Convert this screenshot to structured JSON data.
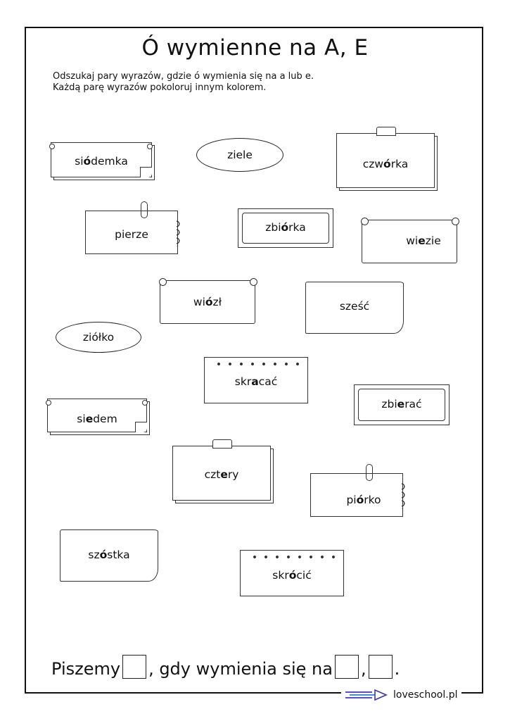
{
  "title": "Ó wymienne na A, E",
  "instructions": [
    "Odszukaj pary wyrazów, gdzie ó wymienia się na a lub e.",
    "Każdą parę wyrazów pokoloruj innym kolorem."
  ],
  "words": {
    "siodemka": {
      "pre": "si",
      "mark": "ó",
      "post": "demka"
    },
    "ziele": {
      "pre": "ziele",
      "mark": "",
      "post": ""
    },
    "czworka": {
      "pre": "czw",
      "mark": "ó",
      "post": "rka"
    },
    "pierze": {
      "pre": "pierze",
      "mark": "",
      "post": ""
    },
    "zbiorka": {
      "pre": "zbi",
      "mark": "ó",
      "post": "rka"
    },
    "wiezie": {
      "pre": "wi",
      "mark": "e",
      "post": "zie"
    },
    "wiozl": {
      "pre": "wi",
      "mark": "ó",
      "post": "zł"
    },
    "szesc": {
      "pre": "sze",
      "mark": "",
      "post": "ść"
    },
    "ziolko": {
      "pre": "ziółko",
      "mark": "",
      "post": ""
    },
    "skracac": {
      "pre": "skr",
      "mark": "a",
      "post": "cać"
    },
    "siedem": {
      "pre": "si",
      "mark": "e",
      "post": "dem"
    },
    "zbierac": {
      "pre": "zbi",
      "mark": "e",
      "post": "rać"
    },
    "cztery": {
      "pre": "czt",
      "mark": "e",
      "post": "ry"
    },
    "piorko": {
      "pre": "pi",
      "mark": "ó",
      "post": "rko"
    },
    "szostka": {
      "pre": "sz",
      "mark": "ó",
      "post": "stka"
    },
    "skrocic": {
      "pre": "skr",
      "mark": "ó",
      "post": "cić"
    }
  },
  "footer": {
    "part1": "Piszemy",
    "part2": ", gdy wymienia się na",
    "comma": ",",
    "period": "."
  },
  "logo_text": "loveschool.pl"
}
